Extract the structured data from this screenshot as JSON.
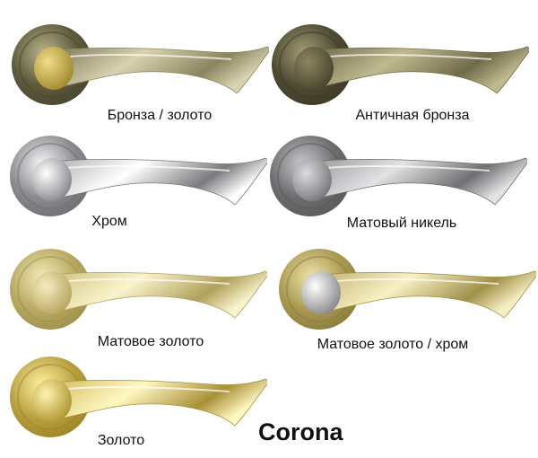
{
  "title": "Corona",
  "handles": [
    {
      "label": "Бронза / золото",
      "rosette": [
        "#5d5a3c",
        "#b9b388",
        "#4a4630"
      ],
      "lever": [
        "#6b6646",
        "#d8d2b0",
        "#8a845e"
      ],
      "knob": [
        "#f0dc8a",
        "#a38a2e"
      ]
    },
    {
      "label": "Античная бронза",
      "rosette": [
        "#4e4a32",
        "#a39d74",
        "#3e3a26"
      ],
      "lever": [
        "#5d5a3e",
        "#c0b98f",
        "#6f6a48"
      ],
      "knob": [
        "#8c8660",
        "#4a462f"
      ]
    },
    {
      "label": "Хром",
      "rosette": [
        "#8c8c90",
        "#f4f4f6",
        "#6e6e72"
      ],
      "lever": [
        "#a0a0a4",
        "#ffffff",
        "#7a7a7e"
      ],
      "knob": [
        "#ffffff",
        "#8a8a8e"
      ]
    },
    {
      "label": "Матовый никель",
      "rosette": [
        "#6e6e70",
        "#c8c8ca",
        "#5a5a5c"
      ],
      "lever": [
        "#8a8a8c",
        "#e2e2e4",
        "#707072"
      ],
      "knob": [
        "#dcdcde",
        "#7a7a7c"
      ]
    },
    {
      "label": "Матовое золото",
      "rosette": [
        "#b8a860",
        "#f3eab8",
        "#a09050"
      ],
      "lever": [
        "#c8b870",
        "#faf4cc",
        "#b0a05c"
      ],
      "knob": [
        "#f6eec0",
        "#b8a660"
      ]
    },
    {
      "label": "Матовое золото / хром",
      "rosette": [
        "#a89850",
        "#efe4a8",
        "#8c7c3c"
      ],
      "lever": [
        "#b8a860",
        "#f8f0c4",
        "#a09048"
      ],
      "knob": [
        "#ffffff",
        "#8a8a8e"
      ]
    },
    {
      "label": "Золото",
      "rosette": [
        "#b8a040",
        "#fff2a0",
        "#9c8428"
      ],
      "lever": [
        "#c8b050",
        "#fff8c0",
        "#a89038"
      ],
      "knob": [
        "#fff4b0",
        "#b09830"
      ]
    }
  ]
}
